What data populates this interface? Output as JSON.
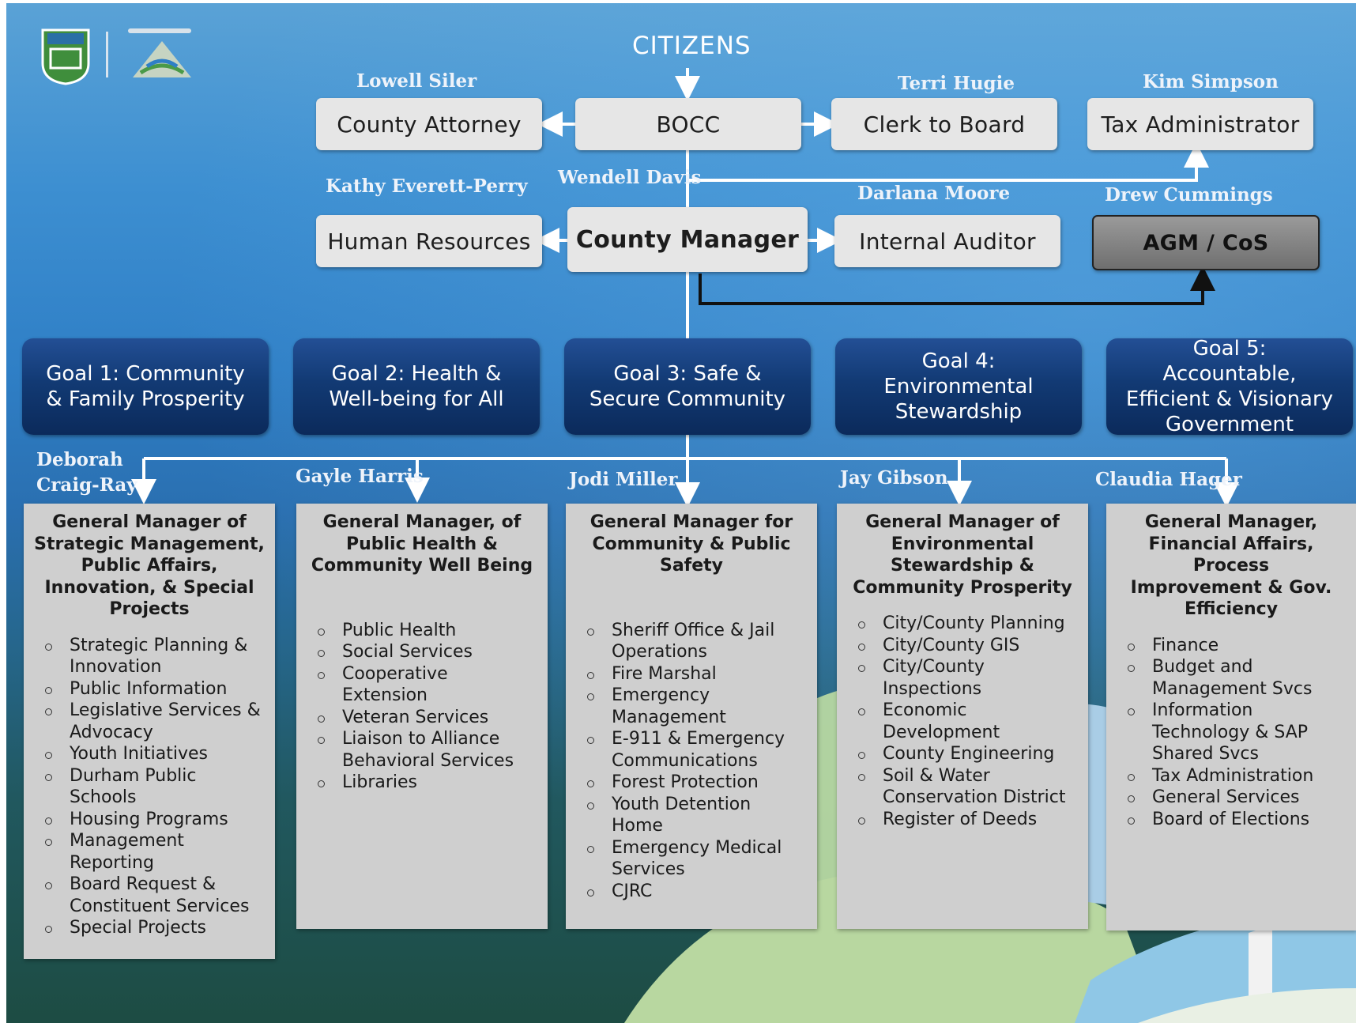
{
  "top": {
    "citizens": "CITIZENS"
  },
  "names": {
    "county_attorney": "Lowell Siler",
    "clerk": "Terri Hugie",
    "tax_admin": "Kim Simpson",
    "hr": "Kathy Everett-Perry",
    "manager": "Wendell Davis",
    "auditor": "Darlana Moore",
    "agm": "Drew Cummings",
    "gm1_line1": "Deborah",
    "gm1_line2": "Craig-Ray",
    "gm2": "Gayle Harris",
    "gm3": "Jodi Miller",
    "gm4": "Jay Gibson",
    "gm5": "Claudia Hager"
  },
  "boxes": {
    "county_attorney": "County Attorney",
    "bocc": "BOCC",
    "clerk": "Clerk to Board",
    "tax_admin": "Tax Administrator",
    "hr": "Human Resources",
    "manager": "County Manager",
    "auditor": "Internal Auditor",
    "agm": "AGM / CoS"
  },
  "goals": [
    {
      "lines": [
        "Goal 1: Community",
        "& Family Prosperity"
      ]
    },
    {
      "lines": [
        "Goal 2: Health &",
        "Well-being for All"
      ]
    },
    {
      "lines": [
        "Goal 3: Safe &",
        "Secure Community"
      ]
    },
    {
      "lines": [
        "Goal 4:",
        "Environmental",
        "Stewardship"
      ]
    },
    {
      "lines": [
        "Goal 5:",
        "Accountable,",
        "Efficient & Visionary",
        "Government"
      ]
    }
  ],
  "managers": [
    {
      "title": [
        "General Manager of",
        "Strategic Management,",
        "Public Affairs,",
        "Innovation, & Special",
        "Projects"
      ],
      "items": [
        [
          "Strategic Planning &",
          "Innovation"
        ],
        [
          "Public Information"
        ],
        [
          "Legislative Services &",
          "Advocacy"
        ],
        [
          "Youth Initiatives"
        ],
        [
          "Durham Public",
          "Schools"
        ],
        [
          "Housing Programs"
        ],
        [
          "Management",
          "Reporting"
        ],
        [
          "Board Request &",
          "Constituent Services"
        ],
        [
          "Special Projects"
        ]
      ]
    },
    {
      "title": [
        "General Manager, of",
        "Public Health &",
        "Community Well Being"
      ],
      "items": [
        [
          "Public Health"
        ],
        [
          "Social Services"
        ],
        [
          "Cooperative",
          "Extension"
        ],
        [
          "Veteran Services"
        ],
        [
          "Liaison to Alliance",
          "Behavioral Services"
        ],
        [
          "Libraries"
        ]
      ]
    },
    {
      "title": [
        "General Manager for",
        "Community & Public",
        "Safety"
      ],
      "items": [
        [
          "Sheriff Office & Jail",
          "Operations"
        ],
        [
          "Fire Marshal"
        ],
        [
          "Emergency",
          "Management"
        ],
        [
          "E-911 & Emergency",
          "Communications"
        ],
        [
          "Forest Protection"
        ],
        [
          "Youth Detention",
          "Home"
        ],
        [
          "Emergency Medical",
          "Services"
        ],
        [
          "CJRC"
        ]
      ]
    },
    {
      "title": [
        "General Manager of",
        "Environmental",
        "Stewardship &",
        "Community Prosperity"
      ],
      "items": [
        [
          "City/County Planning"
        ],
        [
          "City/County GIS"
        ],
        [
          "City/County",
          "Inspections"
        ],
        [
          "Economic",
          "Development"
        ],
        [
          "County Engineering"
        ],
        [
          "Soil & Water",
          "Conservation District"
        ],
        [
          "Register of Deeds"
        ]
      ]
    },
    {
      "title": [
        "General Manager,",
        "Financial Affairs, Process",
        "Improvement & Gov.",
        "Efficiency"
      ],
      "items": [
        [
          "Finance"
        ],
        [
          "Budget and",
          "Management Svcs"
        ],
        [
          "Information",
          "Technology & SAP",
          "Shared Svcs"
        ],
        [
          "Tax Administration"
        ],
        [
          "General Services"
        ],
        [
          "Board of Elections"
        ]
      ]
    }
  ]
}
